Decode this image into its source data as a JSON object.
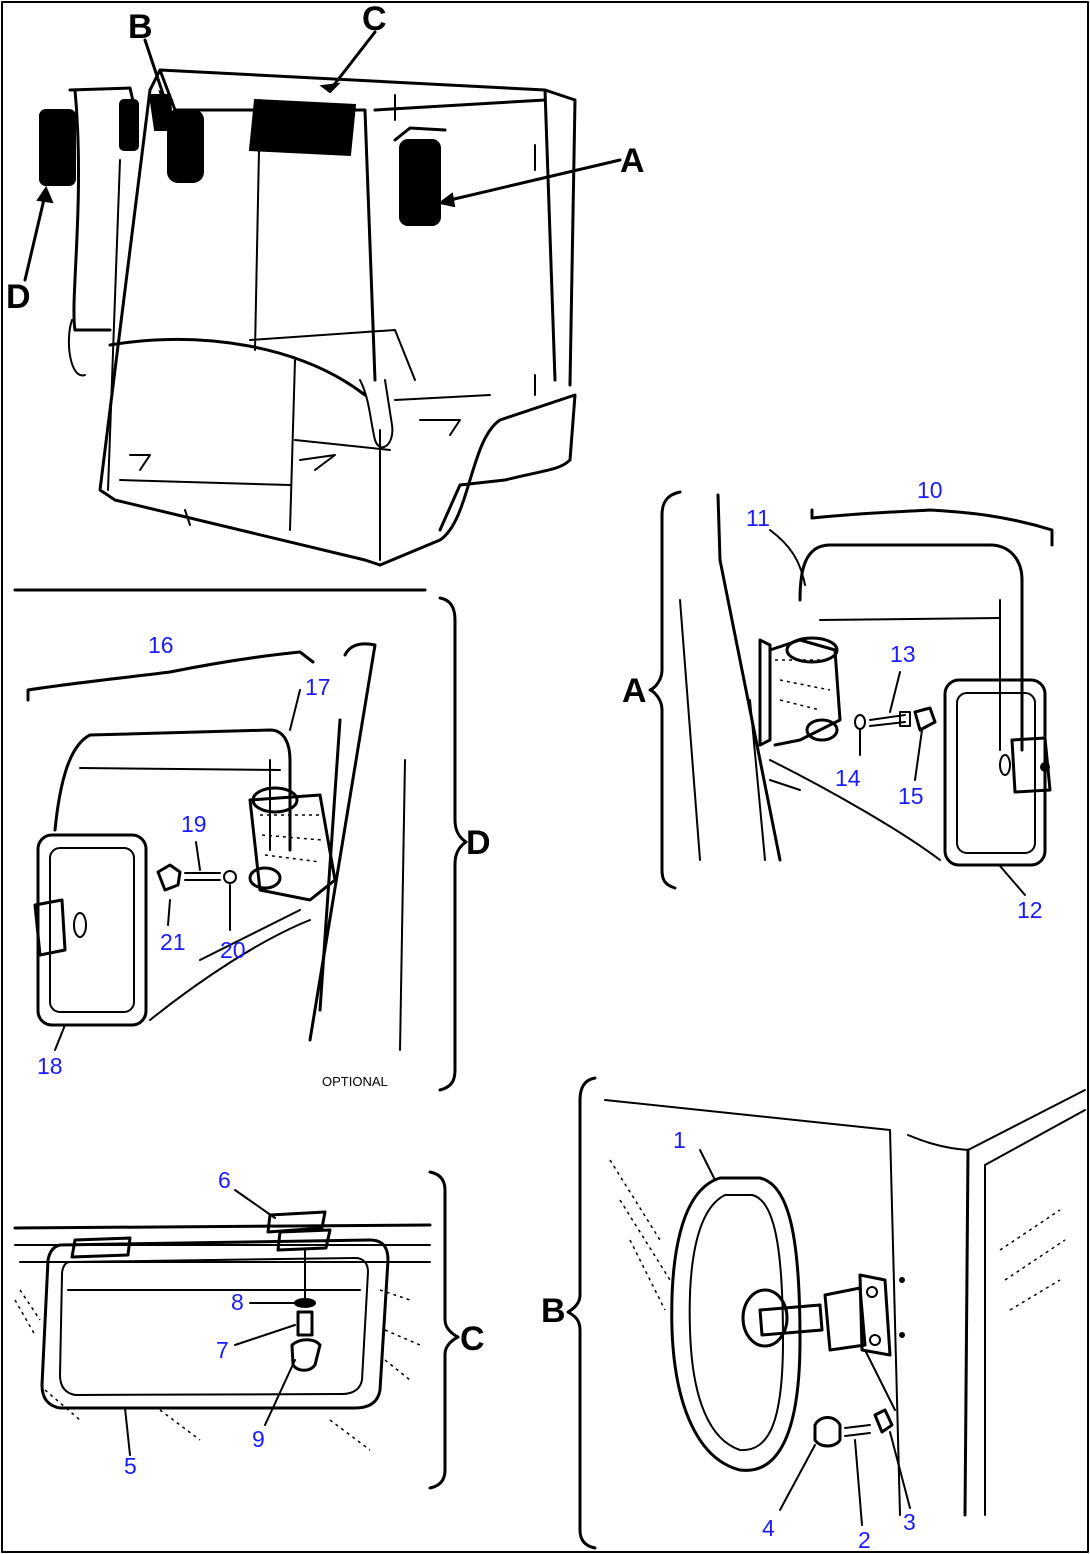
{
  "views": [
    {
      "id": "A",
      "label": "A"
    },
    {
      "id": "B",
      "label": "B"
    },
    {
      "id": "C",
      "label": "C"
    },
    {
      "id": "D",
      "label": "D"
    }
  ],
  "parts": [
    "1",
    "2",
    "3",
    "4",
    "5",
    "6",
    "7",
    "8",
    "9",
    "10",
    "11",
    "12",
    "13",
    "14",
    "15",
    "16",
    "17",
    "18",
    "19",
    "20",
    "21"
  ],
  "notes": {
    "optional": "OPTIONAL"
  }
}
